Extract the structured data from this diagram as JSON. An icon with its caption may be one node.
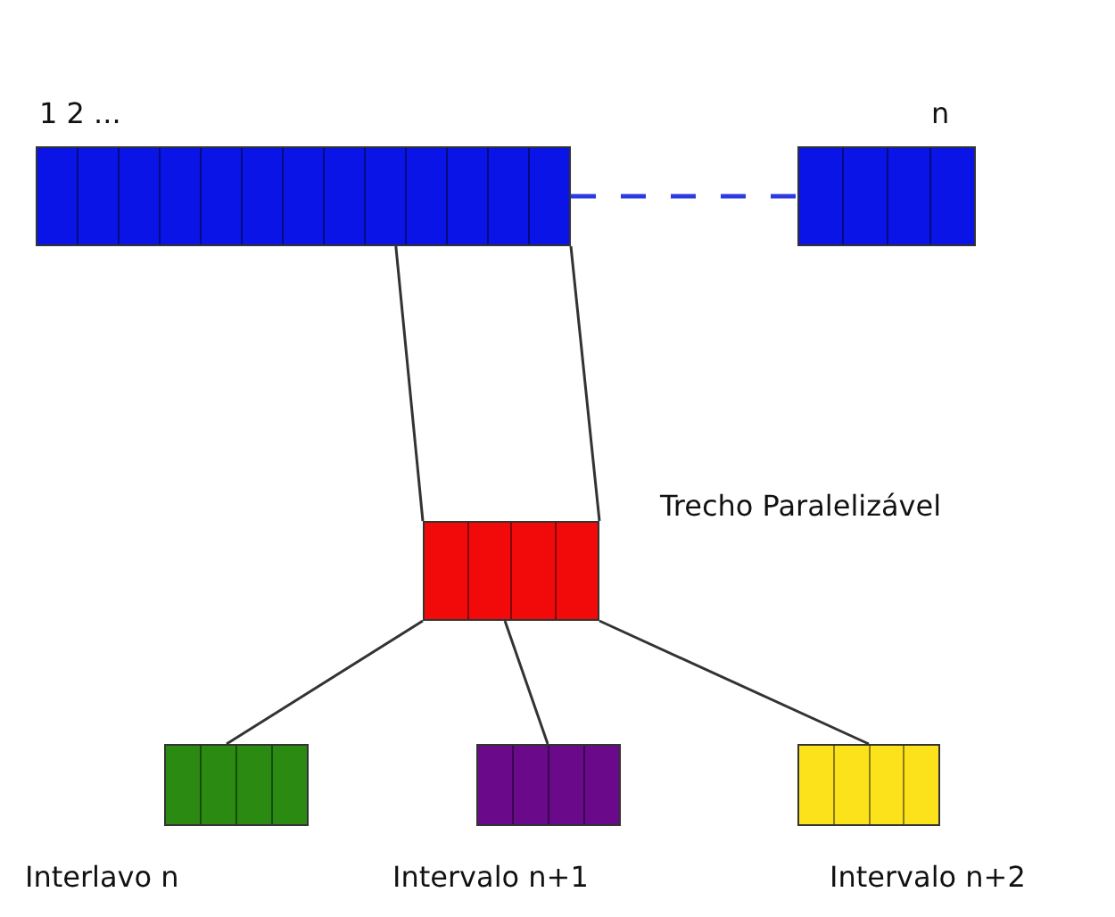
{
  "diagram": {
    "nodes": [
      {
        "text": [],
        "shape": "bar",
        "beside": [
          "1 2 ..."
        ]
      },
      {
        "text": [],
        "shape": "bar",
        "beside": [
          "n"
        ]
      },
      {
        "text": [],
        "shape": "bar",
        "beside": [
          "Trecho Paralelizável"
        ]
      },
      {
        "text": [],
        "shape": "bar",
        "beside": [
          "Interlavo n"
        ]
      },
      {
        "text": [],
        "shape": "bar",
        "beside": [
          "Intervalo n+1"
        ]
      },
      {
        "text": [],
        "shape": "bar",
        "beside": [
          "Intervalo n+2"
        ]
      }
    ],
    "edges": [
      {
        "from": 0,
        "to": 1,
        "arrow": "none",
        "style": "dashed",
        "color": "#2b3be0"
      },
      {
        "from": 0,
        "to": 2,
        "arrow": "none"
      },
      {
        "from": 0,
        "to": 2,
        "arrow": "none"
      },
      {
        "from": 2,
        "to": 3,
        "arrow": "none"
      },
      {
        "from": 2,
        "to": 4,
        "arrow": "none"
      },
      {
        "from": 2,
        "to": 5,
        "arrow": "none"
      }
    ]
  }
}
